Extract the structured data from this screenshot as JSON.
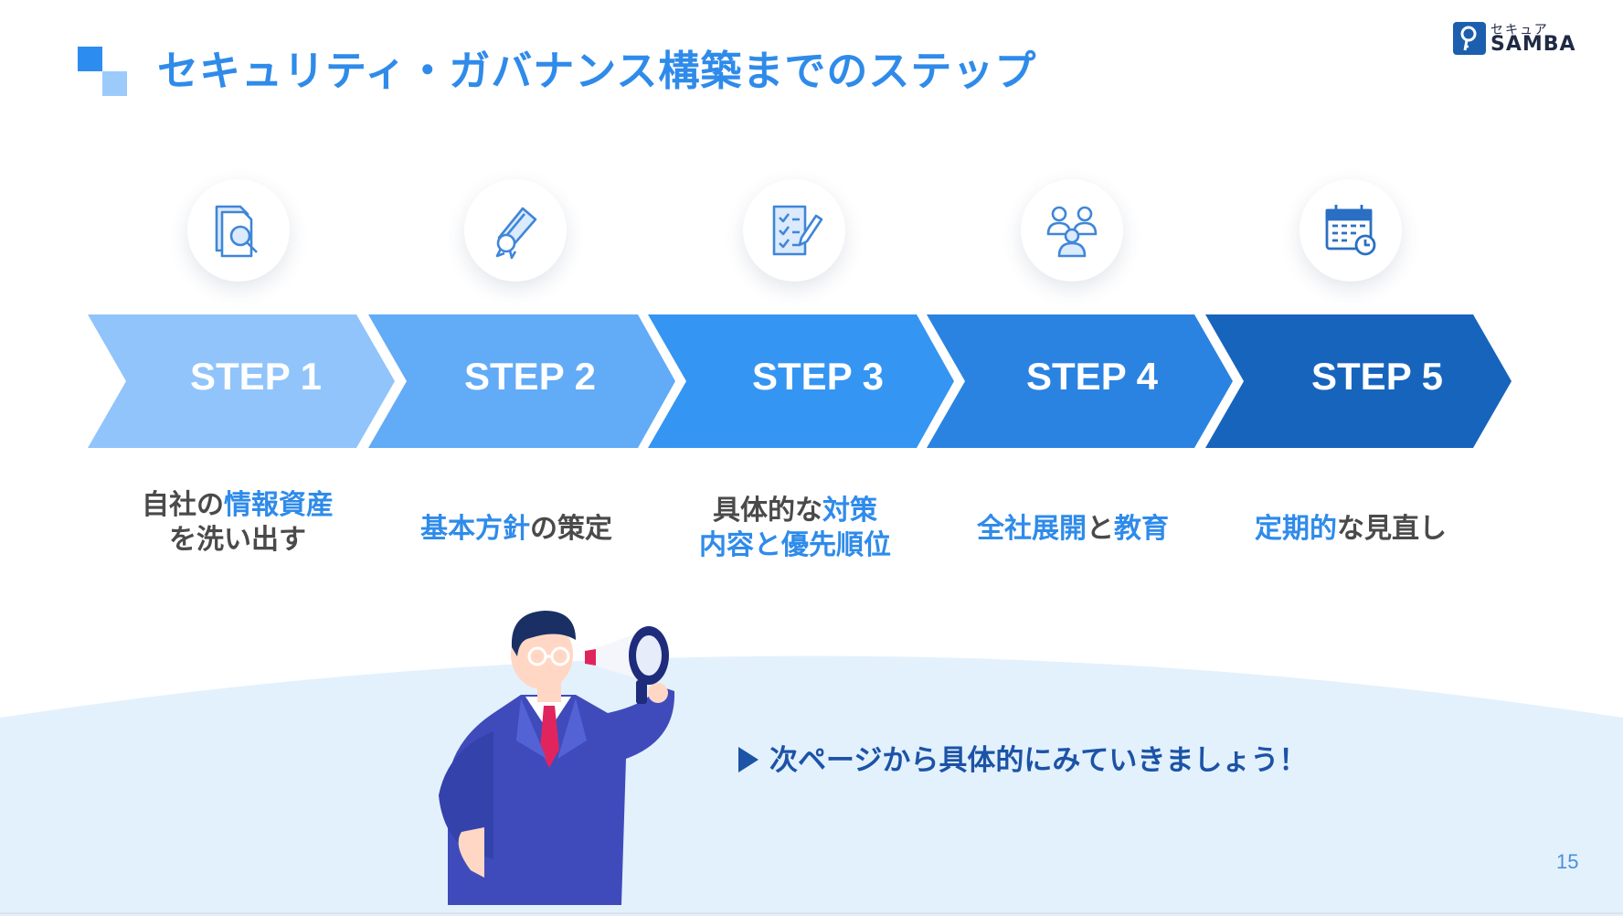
{
  "header": {
    "title": "セキュリティ・ガバナンス構築までのステップ",
    "logo_kana": "セキュア",
    "logo_word": "SAMBA"
  },
  "steps": [
    {
      "label": "STEP 1",
      "icon": "document-search-icon",
      "color": "#90c4fb",
      "desc_lines": [
        [
          {
            "t": "自社の",
            "hl": false
          },
          {
            "t": "情報資産",
            "hl": true
          }
        ],
        [
          {
            "t": "を洗い出す",
            "hl": false
          }
        ]
      ]
    },
    {
      "label": "STEP 2",
      "icon": "certificate-scroll-icon",
      "color": "#62abf6",
      "desc_lines": [
        [
          {
            "t": "基本方針",
            "hl": true
          },
          {
            "t": "の策定",
            "hl": false
          }
        ]
      ]
    },
    {
      "label": "STEP 3",
      "icon": "checklist-pen-icon",
      "color": "#3595f2",
      "desc_lines": [
        [
          {
            "t": "具体的な",
            "hl": false
          },
          {
            "t": "対策",
            "hl": true
          }
        ],
        [
          {
            "t": "内容と優先順位",
            "hl": true
          }
        ]
      ]
    },
    {
      "label": "STEP 4",
      "icon": "team-people-icon",
      "color": "#2b83e1",
      "desc_lines": [
        [
          {
            "t": "全社展開",
            "hl": true
          },
          {
            "t": "と",
            "hl": false
          },
          {
            "t": "教育",
            "hl": true
          }
        ]
      ]
    },
    {
      "label": "STEP 5",
      "icon": "calendar-clock-icon",
      "color": "#1764bd",
      "desc_lines": [
        [
          {
            "t": "定期的",
            "hl": true
          },
          {
            "t": "な見直し",
            "hl": false
          }
        ]
      ]
    }
  ],
  "cta": {
    "text": "次ページから具体的にみていきましょう！"
  },
  "page_number": "15",
  "colors": {
    "accent": "#2f8bea",
    "dark": "#1c53a6",
    "band": "#e3f1fd"
  }
}
